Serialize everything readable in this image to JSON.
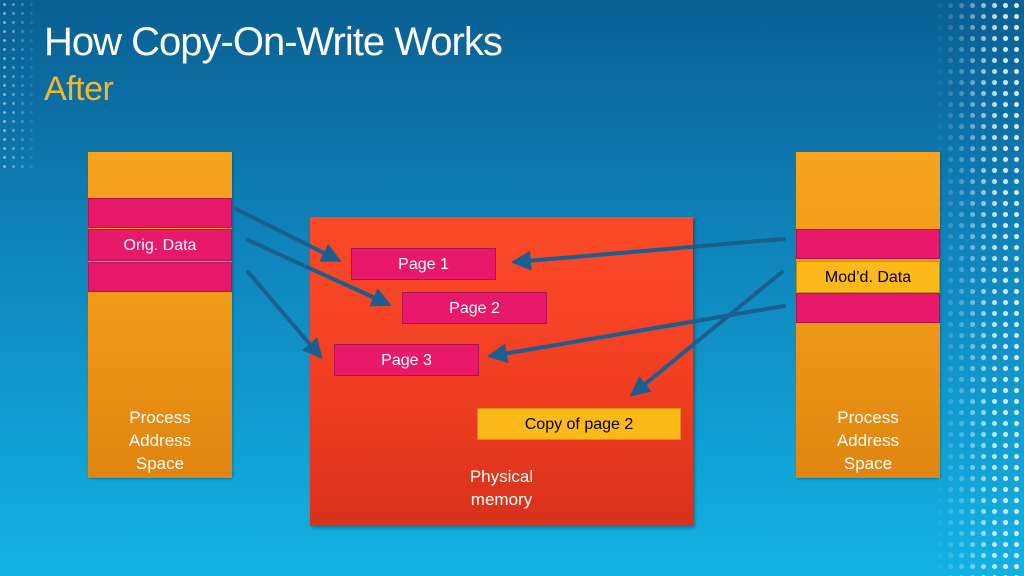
{
  "title": "How Copy-On-Write Works",
  "subtitle": "After",
  "left_process": {
    "data_label": "Orig. Data",
    "space_label": "Process\nAddress\nSpace"
  },
  "right_process": {
    "data_label": "Mod’d. Data",
    "space_label": "Process\nAddress\nSpace"
  },
  "physical_memory": {
    "label": "Physical\nmemory",
    "pages": [
      "Page 1",
      "Page 2",
      "Page 3"
    ],
    "copy_page": "Copy of page 2"
  },
  "colors": {
    "background_top": "#0a5f93",
    "background_bottom": "#12b2e3",
    "title": "#ffffff",
    "subtitle": "#f6b82b",
    "address_space": "#f19a18",
    "page_block": "#e8196b",
    "modified_block": "#fbb91a",
    "physical_memory": "#f23f22",
    "arrow": "#1a5f8f"
  }
}
